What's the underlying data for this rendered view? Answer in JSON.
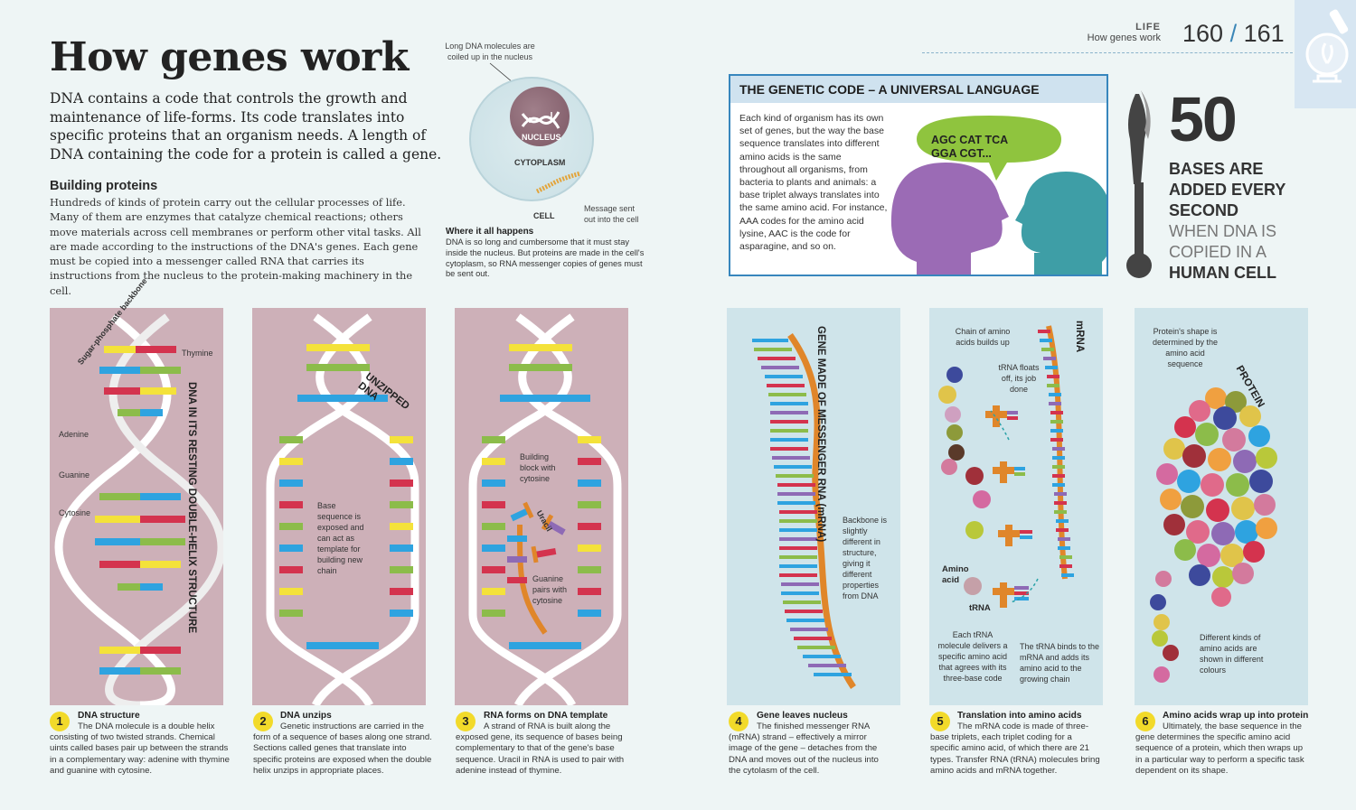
{
  "header": {
    "section": "LIFE",
    "subsection": "How genes work",
    "page_left": "160",
    "page_sep": "/",
    "page_right": "161"
  },
  "title": "How genes work",
  "intro": "DNA contains a code that controls the growth and maintenance of life-forms. Its code translates into specific proteins that an organism needs. A length of DNA containing the code for a protein is called a gene.",
  "building": {
    "heading": "Building proteins",
    "text": "Hundreds of kinds of protein carry out the cellular processes of life. Many of them are enzymes that catalyze chemical reactions; others move materials across cell membranes or perform other vital tasks. All are made according to the instructions of the DNA's genes. Each gene must be copied into a messenger called RNA that carries its instructions from the nucleus to the protein-making machinery in the cell."
  },
  "cell_diagram": {
    "note_top": "Long DNA molecules are coiled up in the nucleus",
    "nucleus": "NUCLEUS",
    "cytoplasm": "CYTOPLASM",
    "cell": "CELL",
    "note_message": "Message sent out into the cell",
    "where_title": "Where it all happens",
    "where_text": "DNA is so long and cumbersome that it must stay inside the nucleus. But proteins are made in the cell's cytoplasm, so RNA messenger copies of genes must be sent out."
  },
  "genetic_code": {
    "heading": "THE GENETIC CODE – A UNIVERSAL LANGUAGE",
    "text": "Each kind of organism has its own set of genes, but the way the base sequence translates into different amino acids is the same throughout all organisms, from bacteria to plants and animals: a base triplet always translates into the same amino acid. For instance, AAA codes for the amino acid lysine, AAC is the code for asparagine, and so on.",
    "bubble_line1": "AGC CAT TCA",
    "bubble_line2": "GGA CGT..."
  },
  "stat": {
    "number": "50",
    "line1": "BASES ARE",
    "line2": "ADDED EVERY",
    "line3": "SECOND",
    "line4": "WHEN DNA IS",
    "line5": "COPIED IN A",
    "line6": "HUMAN CELL"
  },
  "panels": {
    "p1": {
      "backbone": "Sugar-phosphate backbone",
      "thymine": "Thymine",
      "adenine": "Adenine",
      "guanine": "Guanine",
      "cytosine": "Cytosine",
      "vertical": "DNA IN ITS RESTING DOUBLE-HELIX STRUCTURE"
    },
    "p2": {
      "unzipped1": "UNZIPPED",
      "unzipped2": "DNA",
      "base_note": "Base sequence is exposed and can act as template for building new chain"
    },
    "p3": {
      "building": "Building block with cytosine",
      "uracil": "Uracil",
      "guanine": "Guanine pairs with cytosine"
    },
    "p4": {
      "vertical": "GENE MADE OF MESSENGER RNA (mRNA)",
      "backbone": "Backbone is slightly different in structure, giving it different properties from DNA"
    },
    "p5": {
      "chain": "Chain of amino acids builds up",
      "trna_floats": "tRNA floats off, its job done",
      "mrna": "mRNA",
      "amino": "Amino acid",
      "trna": "tRNA",
      "each": "Each tRNA molecule delivers a specific amino acid that agrees with its three-base code",
      "binds": "The tRNA binds to the mRNA and adds its amino acid to the growing chain"
    },
    "p6": {
      "shape": "Protein's shape is determined by the amino acid sequence",
      "protein": "PROTEIN",
      "kinds": "Different kinds of amino acids are shown in different colours"
    }
  },
  "captions": [
    {
      "num": "1",
      "title": "DNA structure",
      "text": "The DNA molecule is a double helix consisting of two twisted strands. Chemical uints called bases pair up between the strands in a complementary way: adenine with thymine and guanine with cytosine."
    },
    {
      "num": "2",
      "title": "DNA unzips",
      "text": "Genetic instructions are carried in the form of a sequence of bases along one strand. Sections called genes that translate into specific proteins are exposed when the double helix unzips in appropriate places."
    },
    {
      "num": "3",
      "title": "RNA forms on DNA template",
      "text": "A strand of RNA is built along the exposed gene, its sequence of bases being complementary to that of the gene's base sequence. Uracil in RNA is used to pair with adenine instead of thymine."
    },
    {
      "num": "4",
      "title": "Gene leaves nucleus",
      "text": "The finished messenger RNA (mRNA) strand – effectively a mirror image of the gene – detaches from the DNA and moves out of the nucleus into the cytolasm of the cell."
    },
    {
      "num": "5",
      "title": "Translation into amino acids",
      "text": "The mRNA code is made of three-base triplets, each triplet coding for a specific amino acid, of which there are 21 types. Transfer RNA (tRNA) molecules bring amino acids and mRNA together."
    },
    {
      "num": "6",
      "title": "Amino acids wrap up into protein",
      "text": "Ultimately, the base sequence in the gene determines the specific amino acid sequence of a protein, which then wraps up in a particular way to perform a specific task dependent on its shape."
    }
  ],
  "colors": {
    "pink_panel": "#cdb0b8",
    "blue_panel": "#cfe4ea",
    "yellow_base": "#f4e23a",
    "red_base": "#d4334e",
    "green_base": "#8cbc4a",
    "blue_base": "#2ea3e0",
    "orange_backbone": "#e0862a",
    "accent_blue": "#3786bd"
  }
}
